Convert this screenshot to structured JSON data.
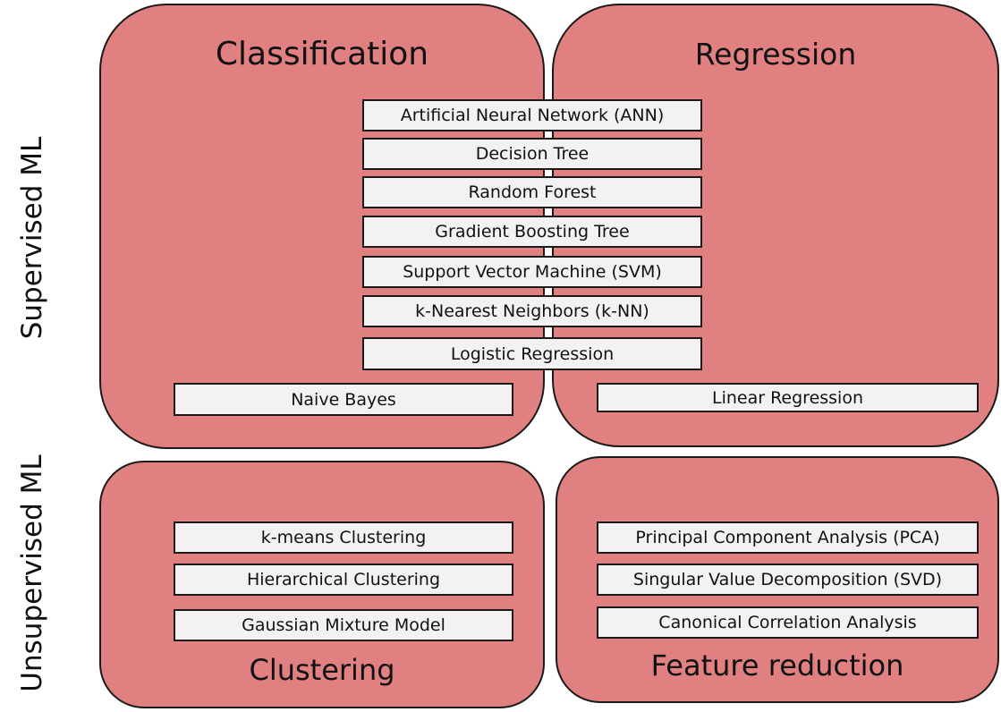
{
  "side_labels": {
    "supervised": "Supervised ML",
    "unsupervised": "Unsupervised ML"
  },
  "panels": {
    "classification": "Classification",
    "regression": "Regression",
    "clustering": "Clustering",
    "feature_reduction": "Feature reduction"
  },
  "shared_methods": [
    "Artificial Neural Network (ANN)",
    "Decision Tree",
    "Random Forest",
    "Gradient Boosting Tree",
    "Support Vector Machine (SVM)",
    "k-Nearest Neighbors (k-NN)",
    "Logistic Regression"
  ],
  "classification_methods": [
    "Naive Bayes"
  ],
  "regression_methods": [
    "Linear Regression"
  ],
  "clustering_methods": [
    "k-means Clustering",
    "Hierarchical Clustering",
    "Gaussian Mixture Model"
  ],
  "feature_reduction_methods": [
    "Principal Component Analysis (PCA)",
    "Singular Value Decomposition (SVD)",
    "Canonical Correlation Analysis"
  ],
  "colors": {
    "panel_fill": "#e08080",
    "box_fill": "#f2f2f2",
    "outline": "#1a1a1a"
  }
}
